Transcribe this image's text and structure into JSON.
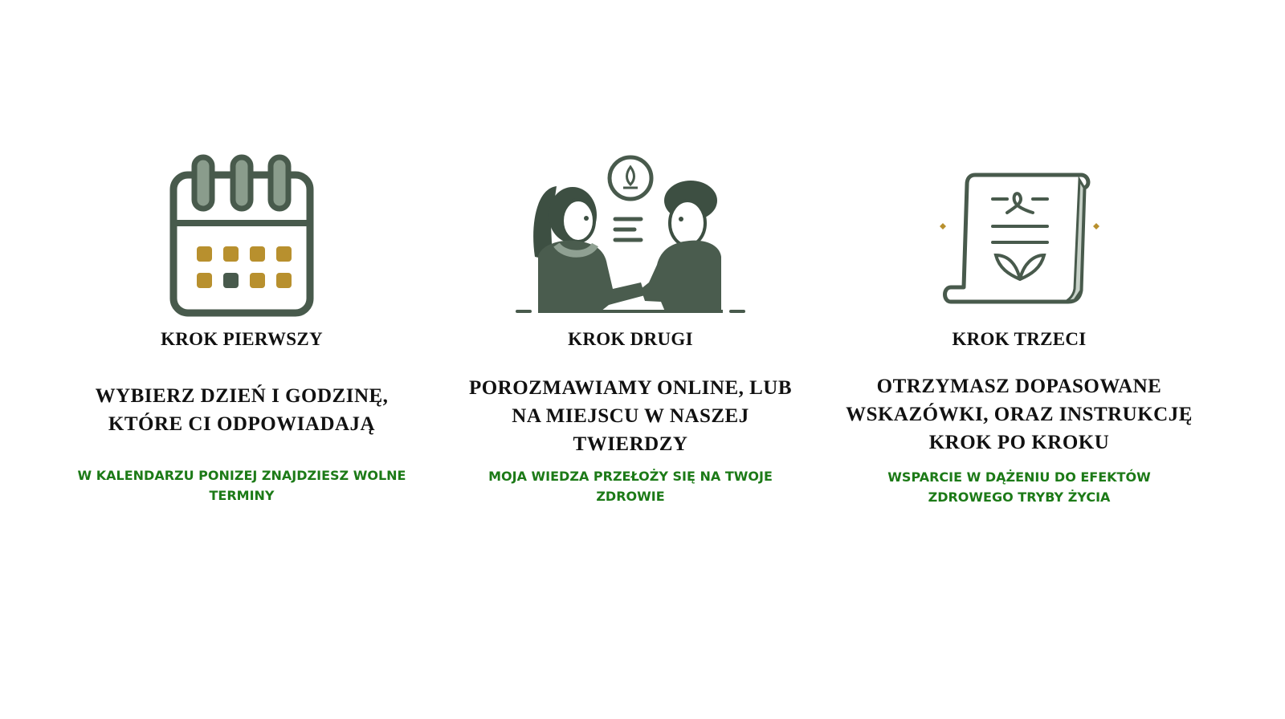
{
  "colors": {
    "icon": "#485a4c",
    "gold": "#b8902e",
    "green_text": "#1c7a17"
  },
  "steps": [
    {
      "icon": "calendar-icon",
      "title": "KROK PIERWSZY",
      "heading": "WYBIERZ DZIEŃ I GODZINĘ, KTÓRE CI ODPOWIADAJĄ",
      "subtitle": "W KALENDARZU PONIZEJ ZNAJDZIESZ WOLNE TERMINY"
    },
    {
      "icon": "consultation-handshake-icon",
      "title": "KROK DRUGI",
      "heading": "POROZMAWIAMY ONLINE, LUB NA MIEJSCU W NASZEJ TWIERDZY",
      "subtitle": "MOJA WIEDZA PRZEŁOŻY SIĘ NA TWOJE ZDROWIE"
    },
    {
      "icon": "scroll-document-icon",
      "title": "KROK TRZECI",
      "heading": "OTRZYMASZ DOPASOWANE WSKAZÓWKI, ORAZ INSTRUKCJĘ KROK PO KROKU",
      "subtitle": "WSPARCIE W DĄŻENIU DO EFEKTÓW ZDROWEGO TRYBY ŻYCIA"
    }
  ]
}
